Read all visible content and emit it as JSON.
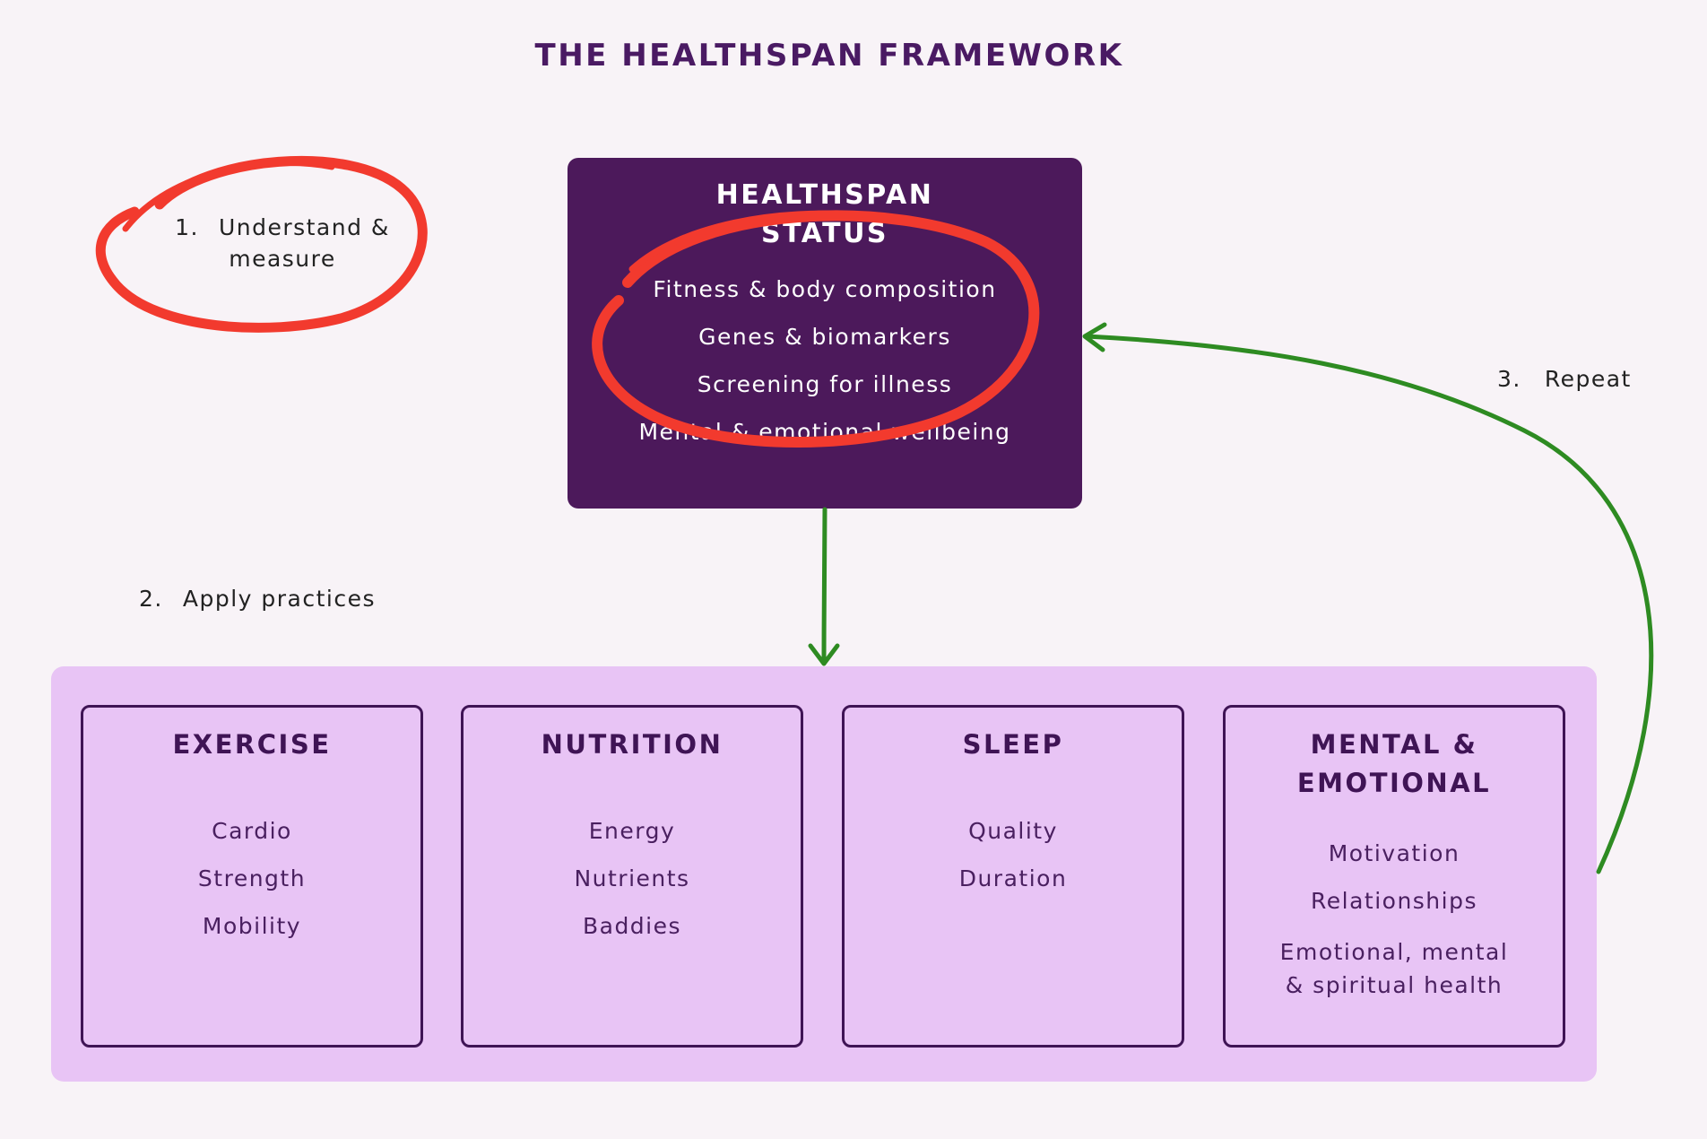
{
  "title": "THE HEALTHSPAN FRAMEWORK",
  "status": {
    "title_lines": [
      "HEALTHSPAN",
      "STATUS"
    ],
    "items": [
      "Fitness & body composition",
      "Genes & biomarkers",
      "Screening for illness",
      "Mental & emotional wellbeing"
    ]
  },
  "steps": {
    "step1": {
      "number": "1.",
      "lines": [
        "Understand &",
        "measure"
      ]
    },
    "step2": {
      "number": "2.",
      "label": "Apply practices"
    },
    "step3": {
      "number": "3.",
      "label": "Repeat"
    }
  },
  "practices": [
    {
      "title_lines": [
        "EXERCISE"
      ],
      "items": [
        "Cardio",
        "Strength",
        "Mobility"
      ]
    },
    {
      "title_lines": [
        "NUTRITION"
      ],
      "items": [
        "Energy",
        "Nutrients",
        "Baddies"
      ]
    },
    {
      "title_lines": [
        "SLEEP"
      ],
      "items": [
        "Quality",
        "Duration"
      ]
    },
    {
      "title_lines": [
        "MENTAL &",
        "EMOTIONAL"
      ],
      "items": [
        "Motivation",
        "Relationships"
      ],
      "multi_item_lines": [
        "Emotional, mental",
        "& spiritual health"
      ]
    }
  ],
  "colors": {
    "status_box": "#4c195b",
    "panel": "#e8c4f5",
    "arrow": "#2e8b22",
    "highlight_circle": "#f23a2e"
  }
}
